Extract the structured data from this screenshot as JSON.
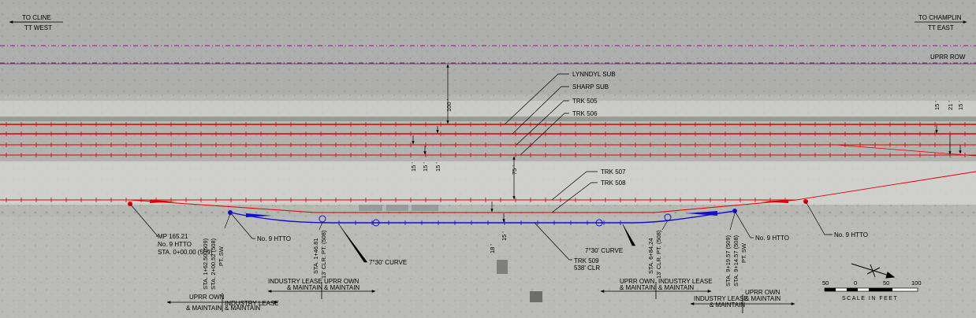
{
  "headers": {
    "west": {
      "line1": "TO CLINE",
      "line2": "TT WEST"
    },
    "east": {
      "line1": "TO CHAMPLIN",
      "line2": "TT EAST"
    }
  },
  "row_label": "UPRR ROW",
  "track_callouts": {
    "lyndyl": "LYNNDYL SUB",
    "sharp": "SHARP SUB",
    "trk505": "TRK 505",
    "trk506": "TRK 506",
    "trk507": "TRK 507",
    "trk508": "TRK 508",
    "trk509_line1": "TRK 509",
    "trk509_line2": "538' CLR"
  },
  "dimensions": {
    "d100": "100 '",
    "d15a": "15 '",
    "d15b": "15 '",
    "d15c": "15 '",
    "d75": "75 '",
    "d15r1": "15 '",
    "d21r": "21 '",
    "d15r2": "15 '",
    "d18": "18 '",
    "d15d": "15 '"
  },
  "mp_label": {
    "line1": "MP 165.21",
    "line2": "No. 9 HTTO",
    "line3": "STA. 0+00.00 (509)"
  },
  "htto": {
    "left": "No. 9 HTTO",
    "right": "No. 9 HTTO",
    "far_right": "No. 9 HTTO"
  },
  "stations": {
    "s1_l1": "STA. 1+62.50 (509)",
    "s1_l2": "STA. 2+00.52 (508)",
    "s1_l3": "PT. SW",
    "s2_l1": "STA. 1+46.81",
    "s2_l2": "13' CLR. PT. (508)",
    "s3_l1": "STA. 6+84.24",
    "s3_l2": "13' CLR. PT. (508)",
    "s4_l1": "STA. 9+19.57 (509)",
    "s4_l2": "STA. 9+14.57 (508)",
    "s4_l3": "PT. SW"
  },
  "curves": {
    "left": "7°30' CURVE",
    "right": "7°30' CURVE"
  },
  "lease": {
    "a_left": "UPRR OWN",
    "a_left2": "& MAINTAIN",
    "a_right": "INDUSTRY LEASE",
    "a_right2": "& MAINTAIN",
    "b_left": "INDUSTRY LEASE",
    "b_left2": "& MAINTAIN",
    "b_right": "UPRR OWN",
    "b_right2": "& MAINTAIN",
    "c_left": "UPRR OWN",
    "c_left2": "& MAINTAIN",
    "c_right": "INDUSTRY LEASE",
    "c_right2": "& MAINTAIN",
    "d_left": "INDUSTRY LEASE",
    "d_left2": "& MAINTAIN",
    "d_right": "UPRR OWN",
    "d_right2": "& MAINTAIN"
  },
  "scale": {
    "t0": "50",
    "t1": "0",
    "t2": "50",
    "t3": "100",
    "caption": "SCALE IN FEET"
  },
  "colors": {
    "existing_track": "#e00000",
    "proposed_track": "#1010d0",
    "row_line": "#b000b0"
  }
}
